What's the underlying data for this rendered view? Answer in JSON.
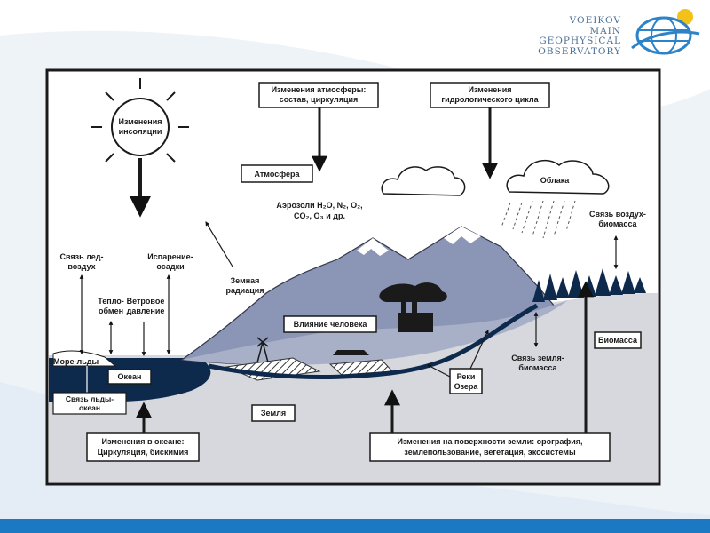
{
  "logo": {
    "line1": "VOEIKOV",
    "line2": "MAIN",
    "line3": "GEOPHYSICAL",
    "line4": "OBSERVATORY"
  },
  "colors": {
    "brand_blue": "#1b78c2",
    "mountain": "#8b95b5",
    "ocean": "#0d2a4d",
    "land": "#d6d8dd"
  },
  "diagram": {
    "insolation": "Изменения\nинсоляции",
    "atm_change": "Изменения атмосферы:\nсостав, циркуляция",
    "hydro_change": "Изменения\nгидрологического цикла",
    "atmosphere": "Атмосфера",
    "aerosols": "Аэрозоли H₂O, N₂, O₂,\nCO₂, O₃ и др.",
    "clouds": "Облака",
    "air_biomass": "Связь воздух-\nбиомасса",
    "ice_air": "Связь лед-\nвоздух",
    "evaporation": "Испарение-\nосадки",
    "heat_exchange": "Тепло-\nобмен",
    "wind_pressure": "Ветровое\nдавление",
    "earth_radiation": "Земная\nрадиация",
    "human_impact": "Влияние человека",
    "sea_ice": "Море-льды",
    "ocean": "Океан",
    "ice_ocean": "Связь льды-\nокеан",
    "rivers_lakes": "Реки\nОзера",
    "land_biomass": "Связь земля-\nбиомасса",
    "biomass": "Биомасса",
    "earth": "Земля",
    "ocean_change": "Изменения в океане:\nЦиркуляция, бискимия",
    "surface_change": "Изменения на поверхности земли: орография,\nземлепользование, вегетация, экосистемы"
  }
}
